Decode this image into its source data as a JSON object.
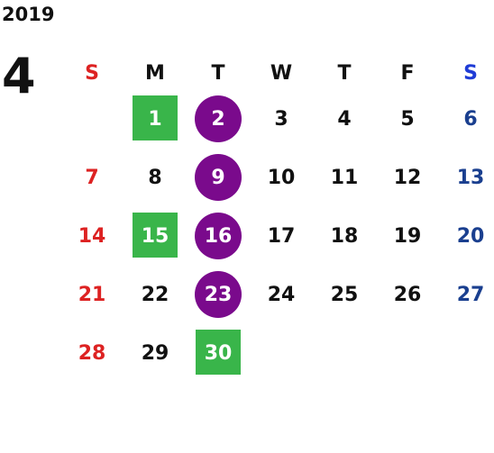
{
  "calendar": {
    "year": "2019",
    "month": "4",
    "weekdays": [
      "S",
      "M",
      "T",
      "W",
      "T",
      "F",
      "S"
    ],
    "weeks": [
      [
        "",
        "1",
        "2",
        "3",
        "4",
        "5",
        "6"
      ],
      [
        "7",
        "8",
        "9",
        "10",
        "11",
        "12",
        "13"
      ],
      [
        "14",
        "15",
        "16",
        "17",
        "18",
        "19",
        "20"
      ],
      [
        "21",
        "22",
        "23",
        "24",
        "25",
        "26",
        "27"
      ],
      [
        "28",
        "29",
        "30",
        "",
        "",
        "",
        ""
      ]
    ],
    "green_marked_days": [
      "1",
      "15",
      "30"
    ],
    "purple_marked_days": [
      "2",
      "9",
      "16",
      "23"
    ],
    "colors": {
      "sunday": "#dd2222",
      "saturday_header": "#1f3cd6",
      "saturday_dates": "#1a3f8f",
      "green_mark": "#39b54a",
      "purple_mark": "#7a0a8c"
    }
  }
}
